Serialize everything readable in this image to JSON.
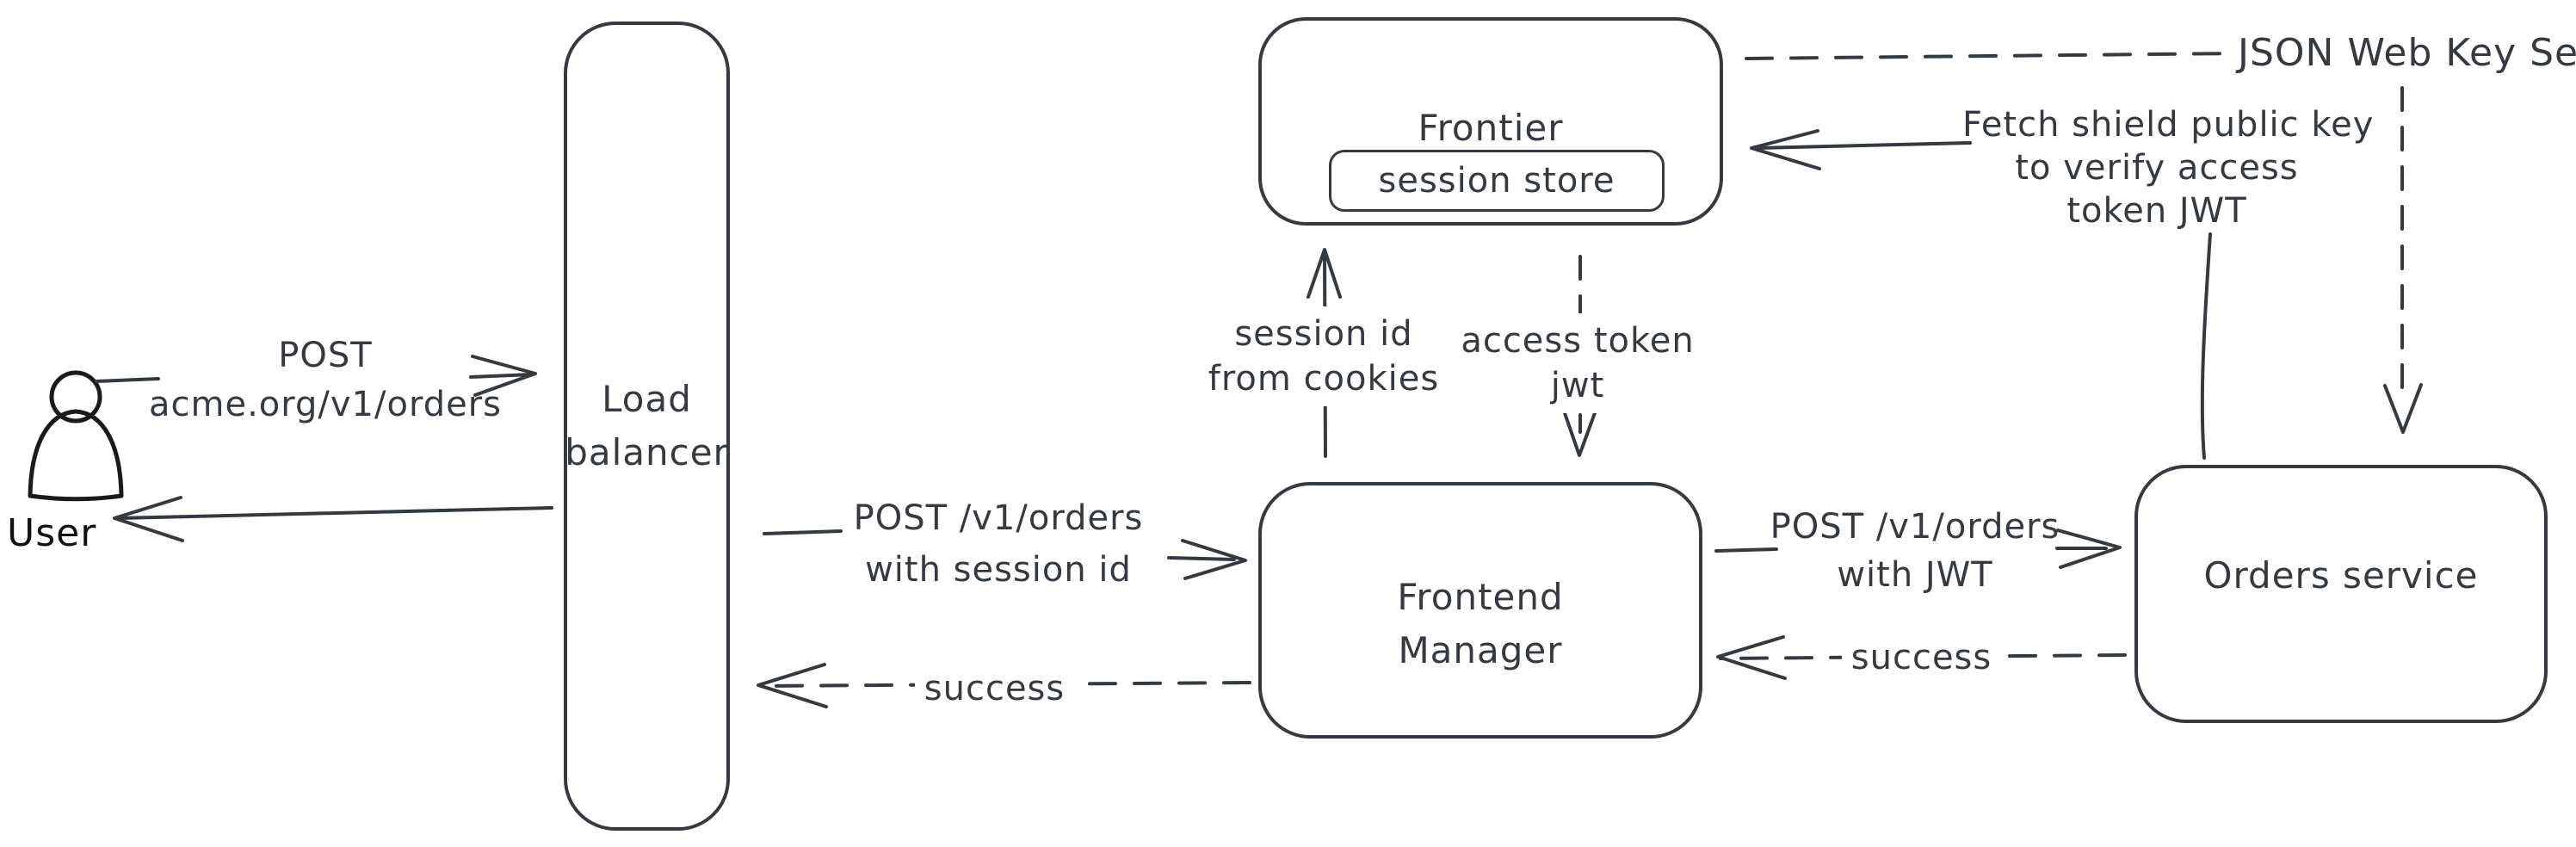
{
  "diagram": {
    "background": "#ffffff",
    "stroke_color": "#343a40",
    "figure_stroke_color": "#1a1a1a",
    "hatch_color": "#ccd5dd",
    "nodes": {
      "user": {
        "label": "User"
      },
      "load_balancer": {
        "line1": "Load",
        "line2": "balancer"
      },
      "frontier": {
        "label": "Frontier"
      },
      "session_store": {
        "label": "session store"
      },
      "frontend_manager": {
        "line1": "Frontend",
        "line2": "Manager"
      },
      "orders_service": {
        "label": "Orders service"
      },
      "jwks": {
        "label": "JSON Web Key Set"
      }
    },
    "edges": {
      "user_to_lb": {
        "line1": "POST",
        "line2": "acme.org/v1/orders"
      },
      "lb_to_fm": {
        "line1": "POST /v1/orders",
        "line2": "with session id"
      },
      "fm_to_lb": {
        "label": "success"
      },
      "fm_to_frontier": {
        "line1": "session id",
        "line2": "from cookies"
      },
      "frontier_to_fm": {
        "line1": "access token",
        "line2": "jwt"
      },
      "fm_to_orders": {
        "line1": "POST /v1/orders",
        "line2": "with JWT"
      },
      "orders_to_fm": {
        "label": "success"
      },
      "orders_to_frontier": {
        "line1": "Fetch shield public key",
        "line2": "to verify access",
        "line3": "token JWT"
      }
    }
  }
}
